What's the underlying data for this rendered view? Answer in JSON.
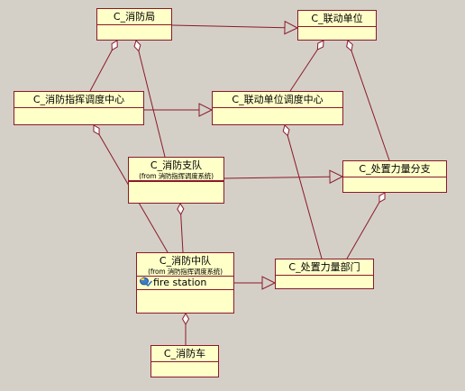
{
  "diagram": {
    "classes": {
      "fire_bureau": {
        "name": "C_消防局"
      },
      "linkage_unit": {
        "name": "C_联动单位"
      },
      "dispatch_center": {
        "name": "C_消防指挥调度中心"
      },
      "linkage_dispatch_center": {
        "name": "C_联动单位调度中心"
      },
      "fire_detachment": {
        "name": "C_消防支队",
        "sub": "(from 消防指挥调度系统)"
      },
      "handling_branch": {
        "name": "C_处置力量分支"
      },
      "fire_squadron": {
        "name": "C_消防中队",
        "sub": "(from 消防指挥调度系统)",
        "attribute": "fire station"
      },
      "handling_department": {
        "name": "C_处置力量部门"
      },
      "fire_truck": {
        "name": "C_消防车"
      }
    },
    "relations": [
      {
        "type": "generalization",
        "from": "fire_bureau",
        "to": "linkage_unit"
      },
      {
        "type": "generalization",
        "from": "dispatch_center",
        "to": "linkage_dispatch_center"
      },
      {
        "type": "generalization",
        "from": "fire_detachment",
        "to": "handling_branch"
      },
      {
        "type": "generalization",
        "from": "fire_squadron",
        "to": "handling_department"
      },
      {
        "type": "aggregation",
        "whole": "fire_bureau",
        "part": "dispatch_center"
      },
      {
        "type": "aggregation",
        "whole": "fire_bureau",
        "part": "fire_detachment"
      },
      {
        "type": "aggregation",
        "whole": "dispatch_center",
        "part": "fire_squadron"
      },
      {
        "type": "aggregation",
        "whole": "fire_detachment",
        "part": "fire_squadron"
      },
      {
        "type": "aggregation",
        "whole": "fire_squadron",
        "part": "fire_truck"
      },
      {
        "type": "aggregation",
        "whole": "linkage_unit",
        "part": "linkage_dispatch_center"
      },
      {
        "type": "aggregation",
        "whole": "linkage_unit",
        "part": "handling_branch"
      },
      {
        "type": "aggregation",
        "whole": "linkage_dispatch_center",
        "part": "handling_department"
      },
      {
        "type": "aggregation",
        "whole": "handling_branch",
        "part": "handling_department"
      }
    ],
    "colors": {
      "background": "#d4d0c8",
      "box_fill": "#ffffc8",
      "line": "#8b1a2a"
    }
  }
}
